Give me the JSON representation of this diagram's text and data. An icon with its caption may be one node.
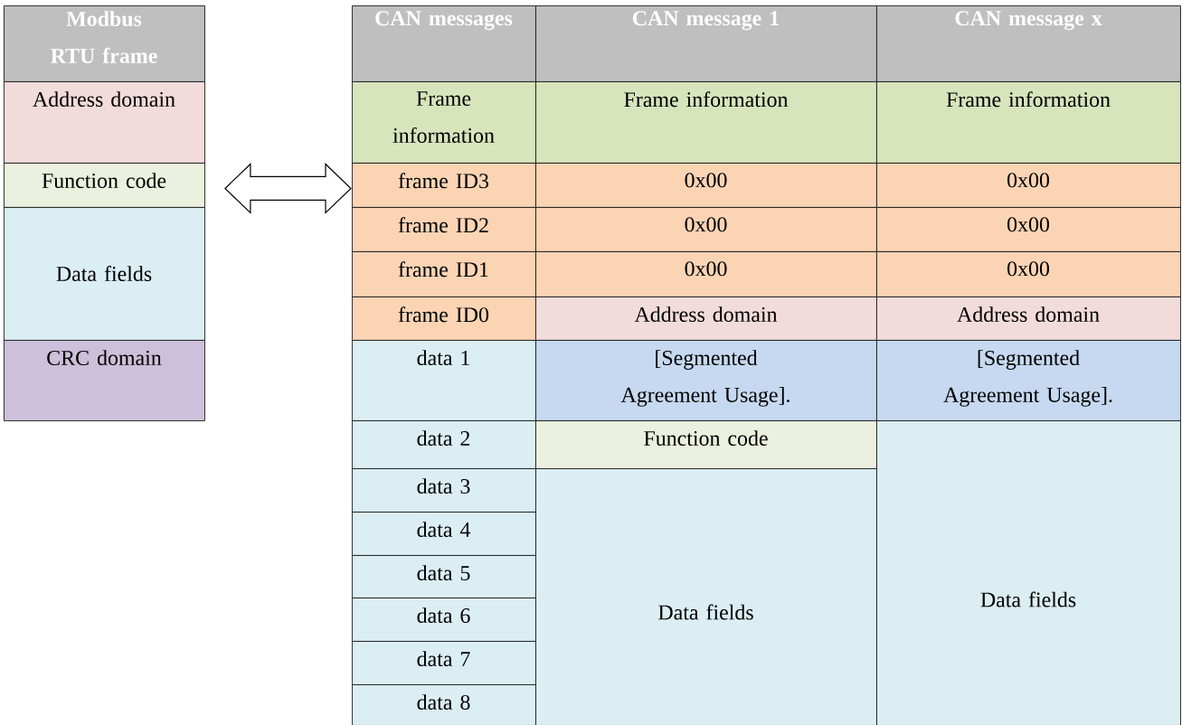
{
  "diagram": {
    "nodes": [
      {
        "text": [
          "Modbus RTU frame"
        ]
      },
      {
        "text": [
          "Address domain"
        ]
      },
      {
        "text": [
          "Function code"
        ]
      },
      {
        "text": [
          "Data fields"
        ]
      },
      {
        "text": [
          "CRC domain"
        ]
      },
      {
        "text": [
          "CAN messages"
        ]
      },
      {
        "text": [
          "CAN message 1"
        ]
      },
      {
        "text": [
          "CAN message x"
        ]
      },
      {
        "text": [
          "Frame information"
        ]
      },
      {
        "text": [
          "Frame information"
        ]
      },
      {
        "text": [
          "Frame information"
        ]
      },
      {
        "text": [
          "frame ID3"
        ]
      },
      {
        "text": [
          "0x00"
        ]
      },
      {
        "text": [
          "0x00"
        ]
      },
      {
        "text": [
          "frame ID2"
        ]
      },
      {
        "text": [
          "0x00"
        ]
      },
      {
        "text": [
          "0x00"
        ]
      },
      {
        "text": [
          "frame ID1"
        ]
      },
      {
        "text": [
          "0x00"
        ]
      },
      {
        "text": [
          "0x00"
        ]
      },
      {
        "text": [
          "frame ID0"
        ]
      },
      {
        "text": [
          "Address domain"
        ]
      },
      {
        "text": [
          "Address domain"
        ]
      },
      {
        "text": [
          "data 1"
        ]
      },
      {
        "text": [
          "[Segmented Agreement Usage]."
        ]
      },
      {
        "text": [
          "[Segmented Agreement Usage]."
        ]
      },
      {
        "text": [
          "data 2"
        ]
      },
      {
        "text": [
          "Function code"
        ]
      },
      {
        "text": [
          "Data fields"
        ]
      },
      {
        "text": [
          "data 3"
        ]
      },
      {
        "text": [
          "Data fields"
        ]
      },
      {
        "text": [
          "data 4"
        ]
      },
      {
        "text": [
          "data 5"
        ]
      },
      {
        "text": [
          "data 6"
        ]
      },
      {
        "text": [
          "data 7"
        ]
      },
      {
        "text": [
          "data 8"
        ]
      }
    ],
    "edges": [
      {
        "from": 2,
        "to": 11,
        "arrow": "both"
      }
    ]
  }
}
